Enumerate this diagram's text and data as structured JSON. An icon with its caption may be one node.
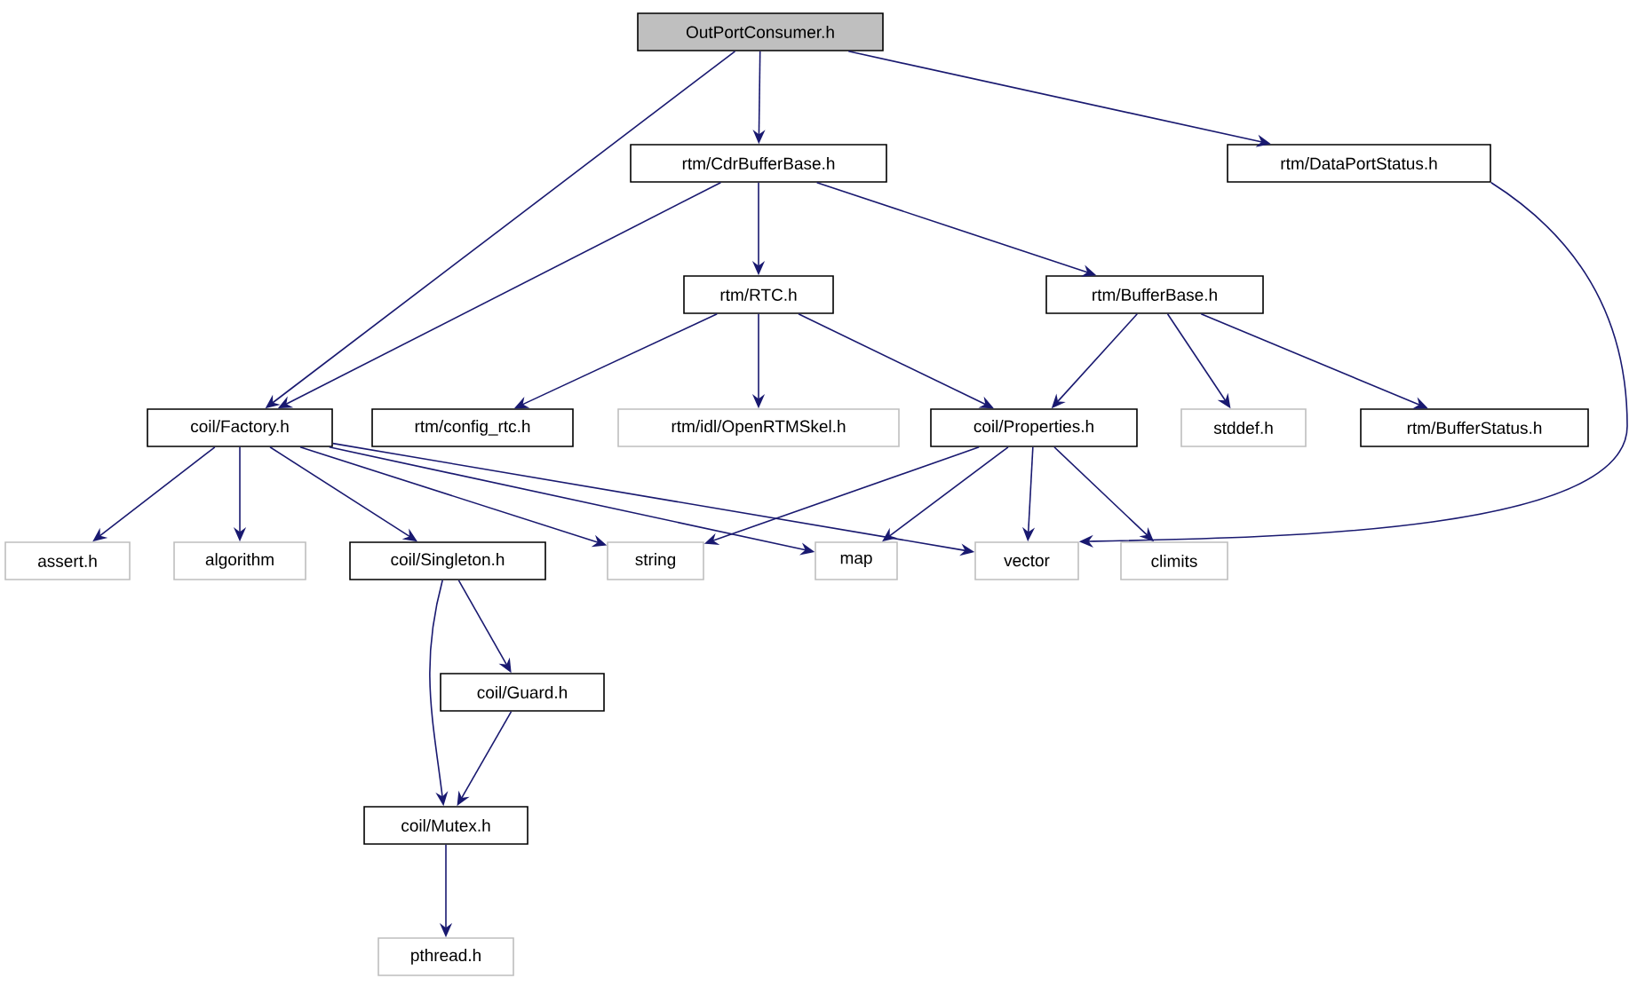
{
  "diagram": {
    "nodes": [
      {
        "text": [
          "OutPortConsumer.h"
        ]
      },
      {
        "text": [
          "rtm/CdrBufferBase.h"
        ]
      },
      {
        "text": [
          "rtm/DataPortStatus.h"
        ]
      },
      {
        "text": [
          "rtm/RTC.h"
        ]
      },
      {
        "text": [
          "rtm/BufferBase.h"
        ]
      },
      {
        "text": [
          "coil/Factory.h"
        ]
      },
      {
        "text": [
          "rtm/config_rtc.h"
        ]
      },
      {
        "text": [
          "rtm/idl/OpenRTMSkel.h"
        ]
      },
      {
        "text": [
          "coil/Properties.h"
        ]
      },
      {
        "text": [
          "stddef.h"
        ]
      },
      {
        "text": [
          "rtm/BufferStatus.h"
        ]
      },
      {
        "text": [
          "assert.h"
        ]
      },
      {
        "text": [
          "algorithm"
        ]
      },
      {
        "text": [
          "coil/Singleton.h"
        ]
      },
      {
        "text": [
          "string"
        ]
      },
      {
        "text": [
          "map"
        ]
      },
      {
        "text": [
          "vector"
        ]
      },
      {
        "text": [
          "climits"
        ]
      },
      {
        "text": [
          "coil/Guard.h"
        ]
      },
      {
        "text": [
          "coil/Mutex.h"
        ]
      },
      {
        "text": [
          "pthread.h"
        ]
      }
    ],
    "edges": [
      {
        "from": 0,
        "to": 5,
        "arrow": "to"
      },
      {
        "from": 0,
        "to": 1,
        "arrow": "to"
      },
      {
        "from": 0,
        "to": 2,
        "arrow": "to"
      },
      {
        "from": 1,
        "to": 5,
        "arrow": "to"
      },
      {
        "from": 1,
        "to": 3,
        "arrow": "to"
      },
      {
        "from": 1,
        "to": 4,
        "arrow": "to"
      },
      {
        "from": 2,
        "to": 16,
        "arrow": "to"
      },
      {
        "from": 3,
        "to": 6,
        "arrow": "to"
      },
      {
        "from": 3,
        "to": 7,
        "arrow": "to"
      },
      {
        "from": 3,
        "to": 8,
        "arrow": "to"
      },
      {
        "from": 4,
        "to": 8,
        "arrow": "to"
      },
      {
        "from": 4,
        "to": 9,
        "arrow": "to"
      },
      {
        "from": 4,
        "to": 10,
        "arrow": "to"
      },
      {
        "from": 5,
        "to": 11,
        "arrow": "to"
      },
      {
        "from": 5,
        "to": 12,
        "arrow": "to"
      },
      {
        "from": 5,
        "to": 13,
        "arrow": "to"
      },
      {
        "from": 5,
        "to": 14,
        "arrow": "to"
      },
      {
        "from": 5,
        "to": 15,
        "arrow": "to"
      },
      {
        "from": 5,
        "to": 16,
        "arrow": "to"
      },
      {
        "from": 8,
        "to": 14,
        "arrow": "to"
      },
      {
        "from": 8,
        "to": 15,
        "arrow": "to"
      },
      {
        "from": 8,
        "to": 16,
        "arrow": "to"
      },
      {
        "from": 8,
        "to": 17,
        "arrow": "to"
      },
      {
        "from": 13,
        "to": 18,
        "arrow": "to"
      },
      {
        "from": 13,
        "to": 19,
        "arrow": "to"
      },
      {
        "from": 18,
        "to": 19,
        "arrow": "to"
      },
      {
        "from": 19,
        "to": 20,
        "arrow": "to"
      }
    ]
  }
}
